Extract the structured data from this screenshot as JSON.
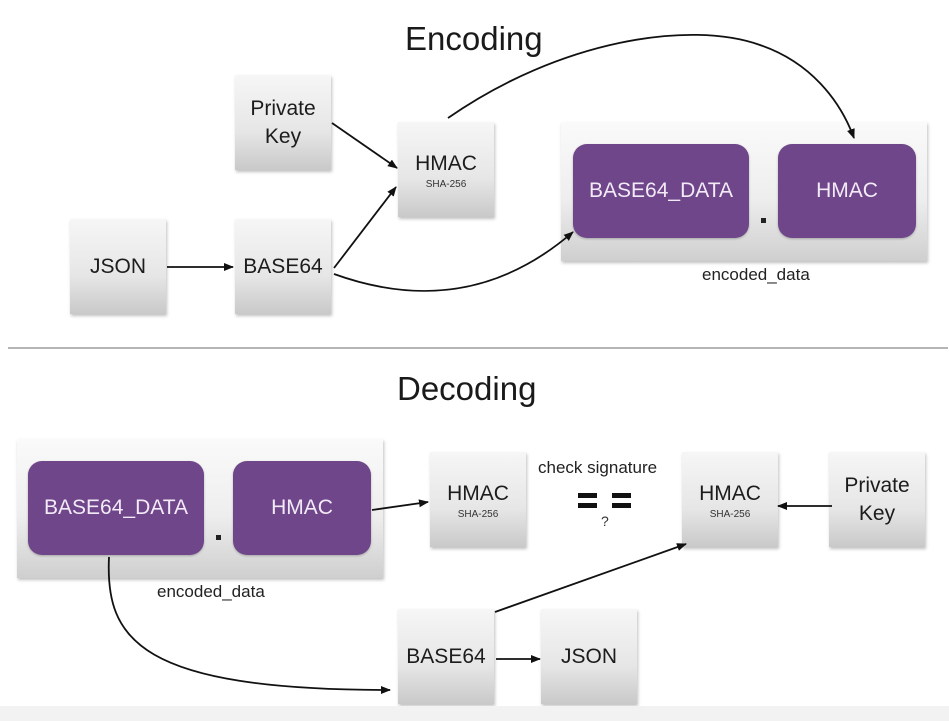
{
  "encoding": {
    "title": "Encoding",
    "nodes": {
      "private_key": "Private\nKey",
      "json": "JSON",
      "base64": "BASE64",
      "hmac": "HMAC",
      "hmac_algorithm": "SHA-256"
    },
    "encoded_data": {
      "label": "encoded_data",
      "parts": [
        "BASE64_DATA",
        "HMAC"
      ],
      "separator": "."
    }
  },
  "decoding": {
    "title": "Decoding",
    "encoded_data": {
      "label": "encoded_data",
      "parts": [
        "BASE64_DATA",
        "HMAC"
      ],
      "separator": "."
    },
    "nodes": {
      "hmac_received": "HMAC",
      "hmac_received_algorithm": "SHA-256",
      "hmac_computed": "HMAC",
      "hmac_computed_algorithm": "SHA-256",
      "private_key": "Private\nKey",
      "base64": "BASE64",
      "json": "JSON"
    },
    "check": {
      "label": "check signature",
      "operator": "==",
      "question": "?"
    }
  },
  "colors": {
    "purple": "#6e4689",
    "box_gray": "#e6e6e6",
    "divider": "#b5b5b5"
  }
}
